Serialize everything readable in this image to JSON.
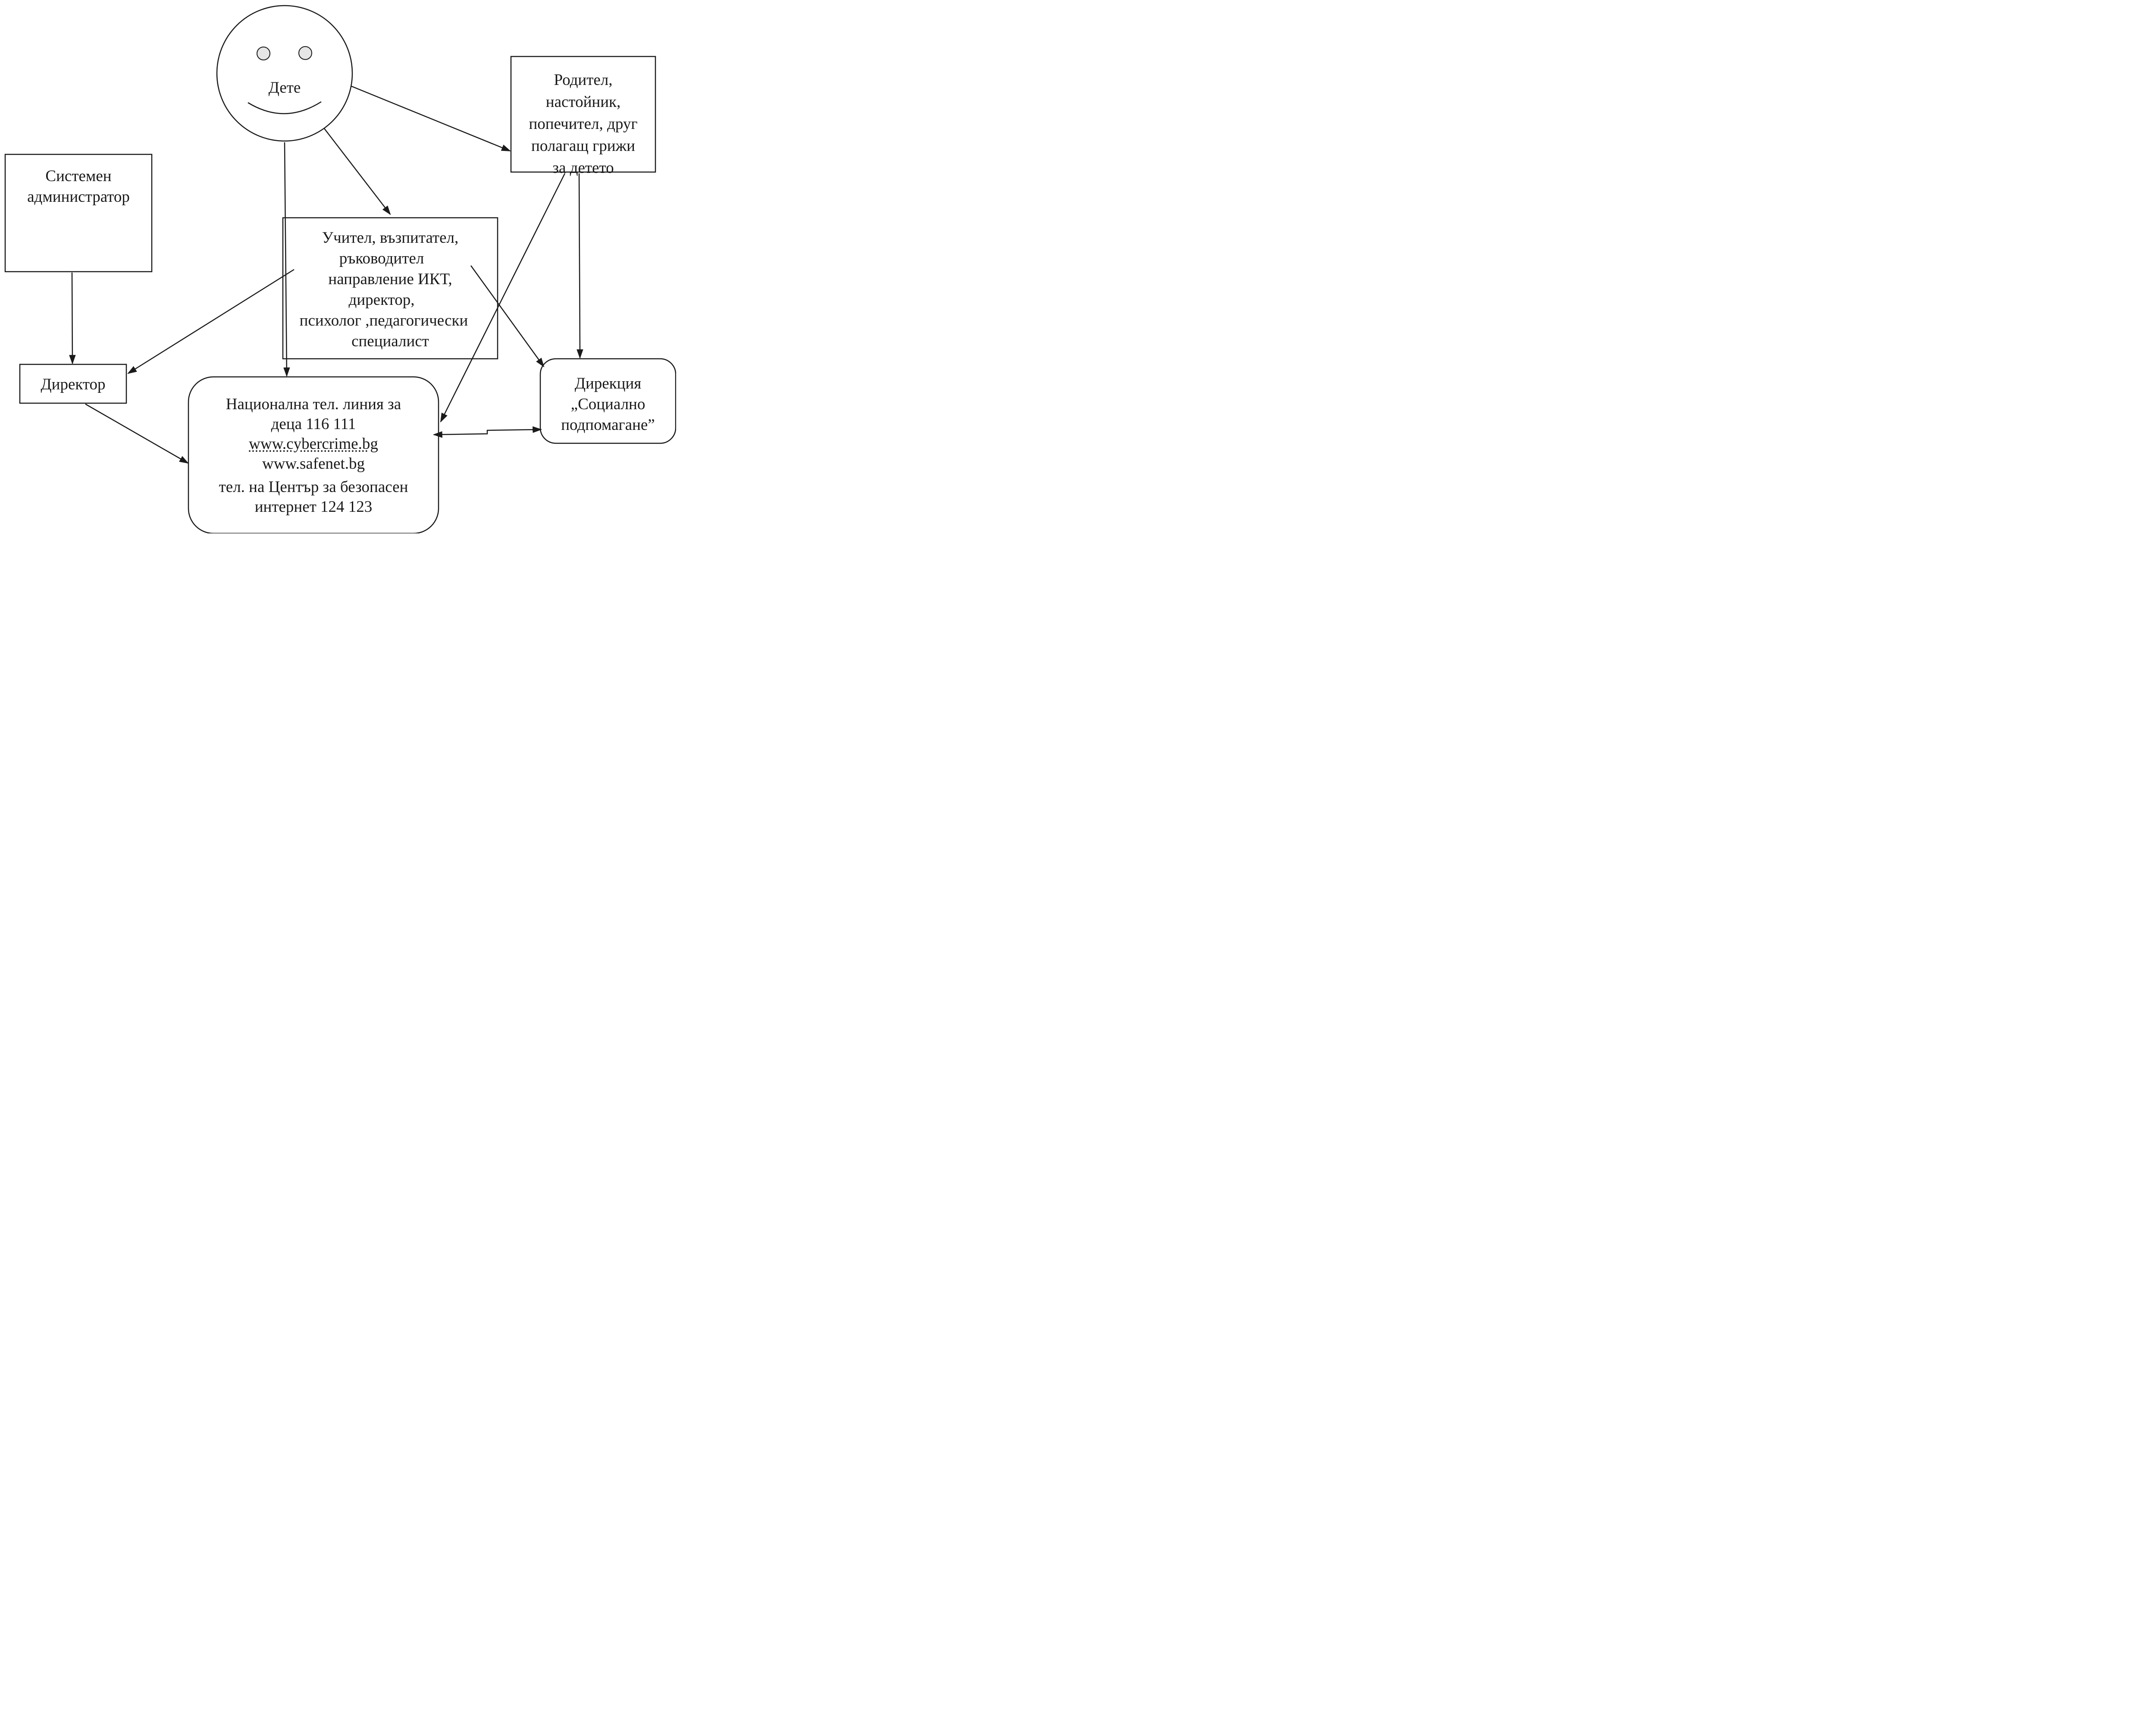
{
  "nodes": {
    "child": {
      "label": "Дете"
    },
    "parent": {
      "lines": [
        "Родител,",
        "настойник,",
        "попечител, друг",
        "полагащ грижи",
        "за детето"
      ]
    },
    "sysadmin": {
      "lines": [
        "Системен",
        "администратор"
      ]
    },
    "teacher": {
      "lines": [
        "Учител, възпитател,",
        "ръководител",
        "направление ИКТ,",
        "директор,",
        "психолог ,педагогически",
        "специалист"
      ]
    },
    "director": {
      "label": "Директор"
    },
    "hotline": {
      "lines": [
        "Национална тел. линия за",
        "деца 116 111",
        "www.cybercrime.bg",
        "www.safenet.bg",
        "тел. на Център за безопасен",
        "интернет 124 123"
      ]
    },
    "social": {
      "lines": [
        "Дирекция",
        "„Социално",
        "подпомагане”"
      ]
    }
  },
  "colors": {
    "ink": "#1a1a1a",
    "eye_fill": "#e6e6e6",
    "background": "#ffffff"
  }
}
